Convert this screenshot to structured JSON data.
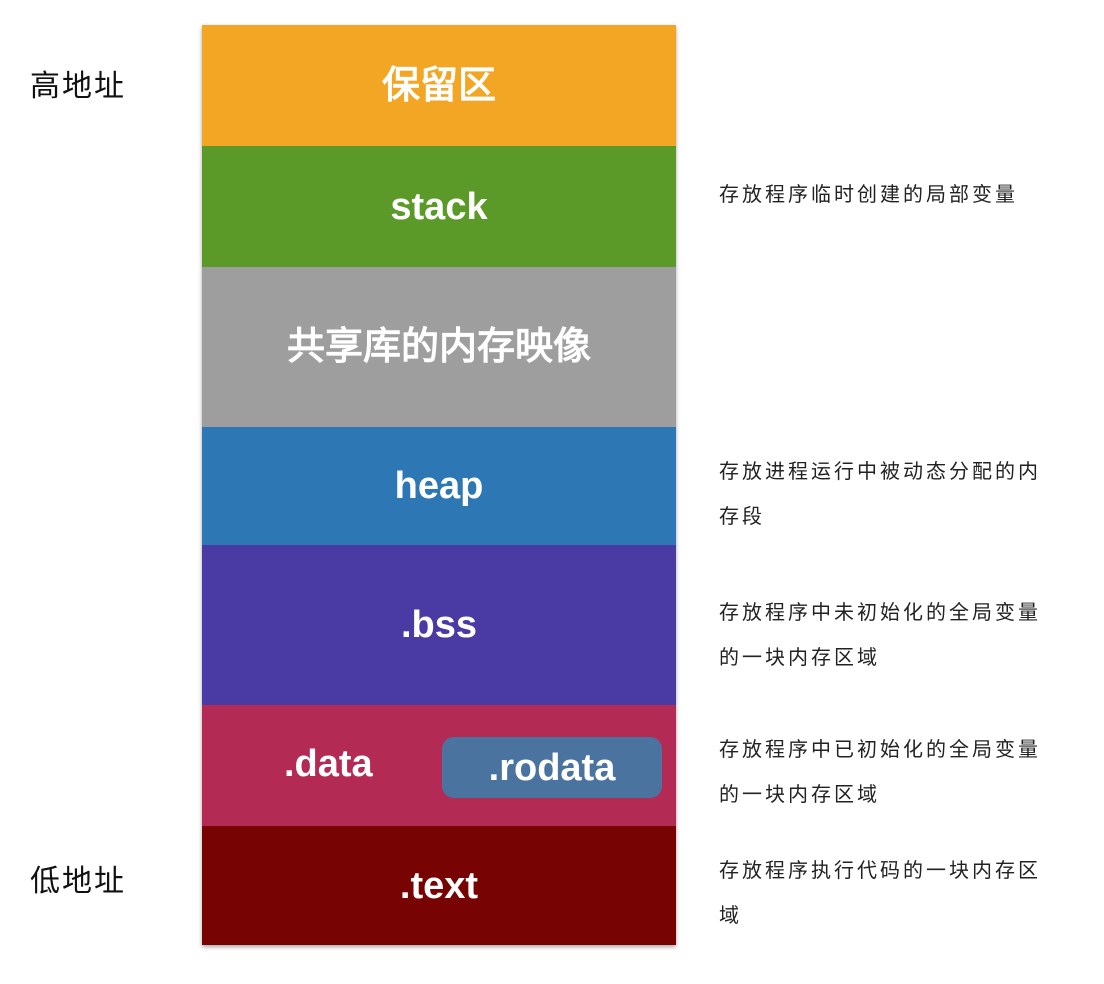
{
  "side_labels": {
    "high": "高地址",
    "low": "低地址"
  },
  "segments": {
    "reserved": "保留区",
    "stack": "stack",
    "shared": "共享库的内存映像",
    "heap": "heap",
    "bss": ".bss",
    "data": ".data",
    "rodata": ".rodata",
    "text": ".text"
  },
  "segment_colors": {
    "reserved": "#f2a623",
    "stack": "#5b9a28",
    "shared": "#9e9e9e",
    "heap": "#2d77b4",
    "bss": "#4a3aa3",
    "data": "#b32a55",
    "rodata": "#4a73a0",
    "text": "#770403"
  },
  "descriptions": {
    "stack": "存放程序临时创建的局部变量",
    "heap": "存放进程运行中被动态分配的内存段",
    "bss": "存放程序中未初始化的全局变量的一块内存区域",
    "data": "存放程序中已初始化的全局变量的一块内存区域",
    "text": "存放程序执行代码的一块内存区域"
  }
}
